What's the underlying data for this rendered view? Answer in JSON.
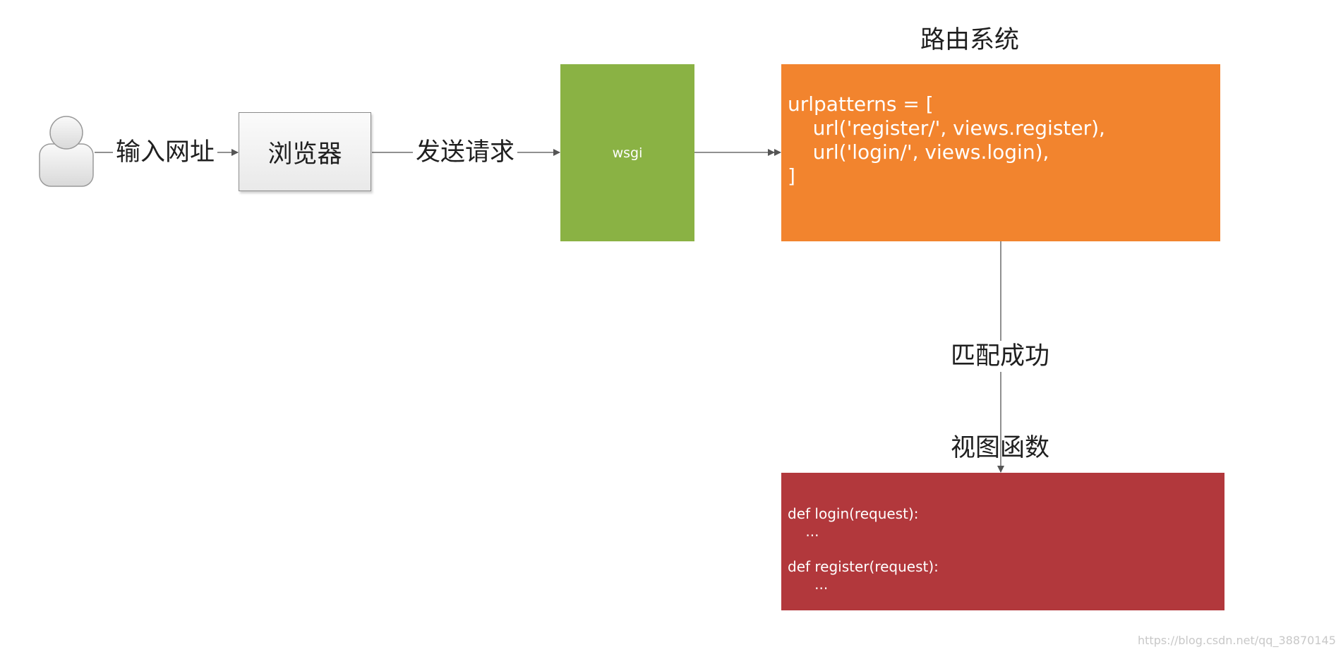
{
  "diagram": {
    "step_input_url": "输入网址",
    "browser": "浏览器",
    "step_send_request": "发送请求",
    "wsgi": "wsgi",
    "routing_title": "路由系统",
    "routing_code": [
      "urlpatterns = [",
      "    url('register/', views.register),",
      "    url('login/', views.login),",
      "]"
    ],
    "match_success": "匹配成功",
    "views_title": "视图函数",
    "views_code": [
      "def login(request):",
      "    ...",
      "",
      "def register(request):",
      "      ..."
    ],
    "colors": {
      "wsgi": "#8ab244",
      "routing": "#f2842e",
      "views": "#b2383c",
      "arrow": "#555555"
    }
  },
  "watermark": "https://blog.csdn.net/qq_38870145",
  "icons": {
    "user": "user-icon"
  }
}
